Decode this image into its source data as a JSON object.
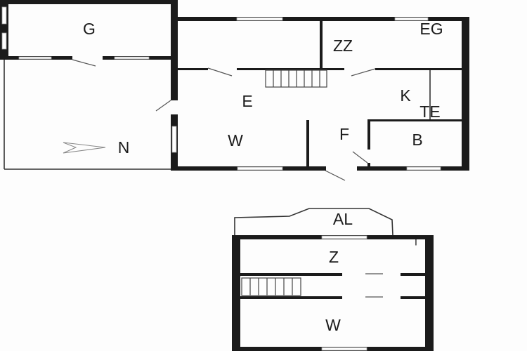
{
  "floor_ground": {
    "rooms": {
      "garage": "G",
      "annex": "N",
      "hall": "E",
      "living": "W",
      "study": "ZZ",
      "dining": "EG",
      "kitchen": "K",
      "toilet": "TE",
      "entrance": "F",
      "bathroom": "B"
    },
    "compass_label": "N"
  },
  "floor_upper": {
    "rooms": {
      "balcony": "AL",
      "room": "Z",
      "living": "W",
      "mark": "I"
    }
  }
}
